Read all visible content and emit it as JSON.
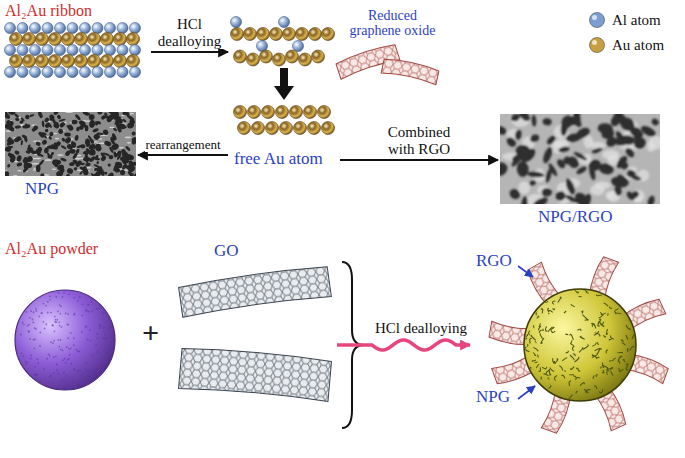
{
  "diagram": {
    "nodes": [
      {
        "text": [
          "Al₂Au ribbon"
        ]
      },
      {
        "text": [
          "Reduced graphene oxide"
        ]
      },
      {
        "text": [
          "free Au atom"
        ]
      },
      {
        "text": [
          "NPG"
        ]
      },
      {
        "text": [
          "NPG/RGO"
        ]
      },
      {
        "text": [
          "Al₂Au powder"
        ]
      },
      {
        "text": [
          "GO"
        ]
      },
      {
        "text": [
          "RGO",
          "NPG"
        ]
      }
    ],
    "edges": [
      {
        "from": 0,
        "to": 2,
        "label": "HCl dealloying",
        "arrow": "to"
      },
      {
        "from": 2,
        "to": 3,
        "label": "rearrangement",
        "arrow": "to"
      },
      {
        "from": 2,
        "to": 4,
        "label": "Combined with RGO",
        "arrow": "to"
      },
      {
        "from": 6,
        "to": 7,
        "label": "HCl dealloying",
        "arrow": "to"
      }
    ],
    "labels": [
      "+"
    ],
    "legend": [
      {
        "text": "Al atom",
        "color": "#7b9fd0"
      },
      {
        "text": "Au atom",
        "color": "#c9a040"
      }
    ]
  }
}
